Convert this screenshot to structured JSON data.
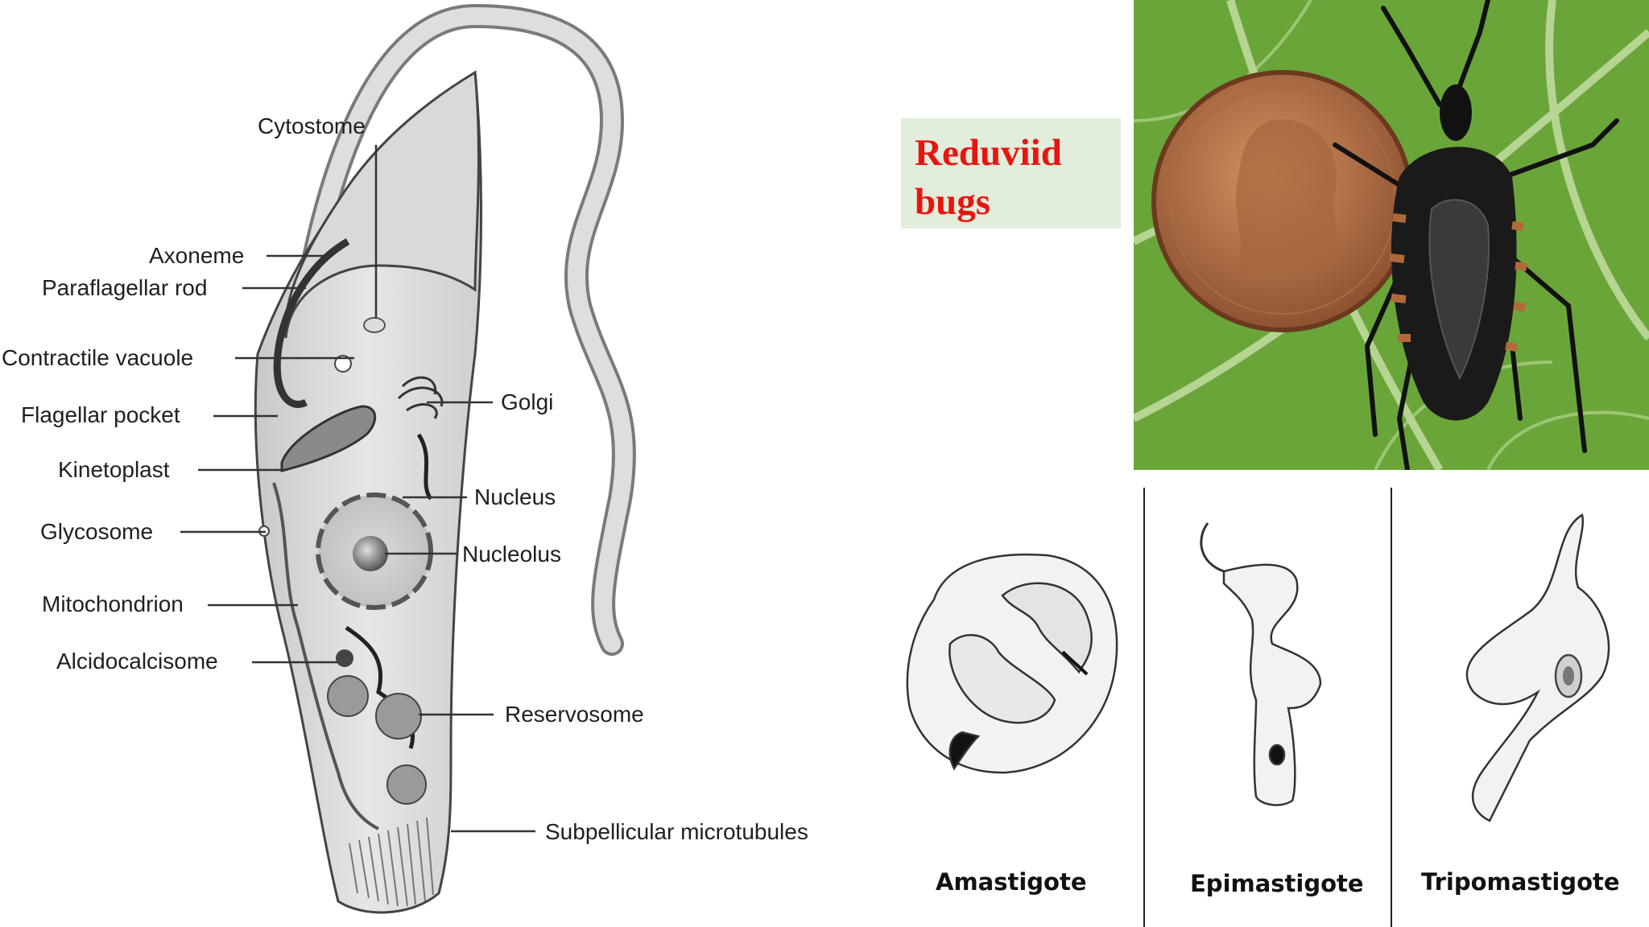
{
  "diagram": {
    "labels": {
      "cytostome": "Cytostome",
      "axoneme": "Axoneme",
      "paraflagellar_rod": "Paraflagellar rod",
      "contractile_vacuole": "Contractile vacuole",
      "flagellar_pocket": "Flagellar pocket",
      "kinetoplast": "Kinetoplast",
      "glycosome": "Glycosome",
      "mitochondrion": "Mitochondrion",
      "alcidocalcisome": "Alcidocalcisome",
      "golgi": "Golgi",
      "nucleus": "Nucleus",
      "nucleolus": "Nucleolus",
      "reservosome": "Reservosome",
      "subpellicular_microtubules": "Subpellicular microtubules"
    }
  },
  "vector_panel": {
    "title": "Reduviid bugs"
  },
  "life_stages": [
    {
      "name": "Amastigote"
    },
    {
      "name": "Epimastigote"
    },
    {
      "name": "Tripomastigote"
    }
  ],
  "colors": {
    "label_red": "#e8150f",
    "label_box": "#e2eddb",
    "leaf_green": "#6aa53a",
    "penny_copper": "#b8703f"
  }
}
